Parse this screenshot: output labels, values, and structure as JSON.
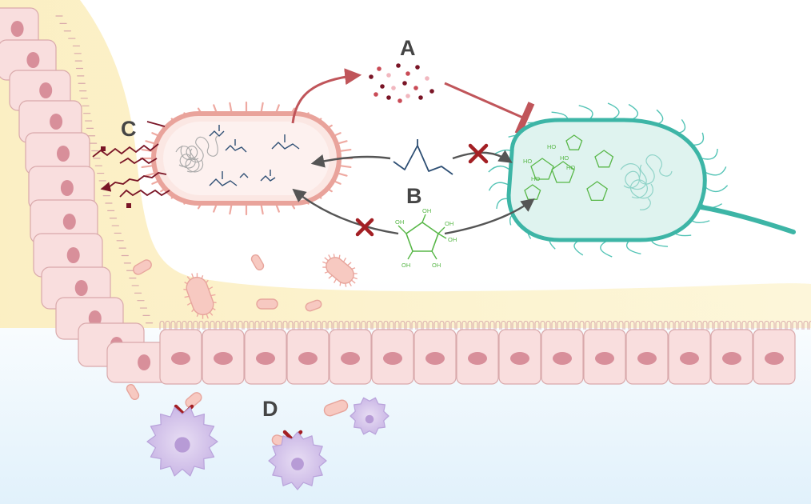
{
  "labels": {
    "a": "A",
    "b": "B",
    "c": "C",
    "d": "D"
  },
  "chem": {
    "hydroxyl": "OH",
    "hydroxyl_ring": "HO"
  },
  "colors": {
    "commensal": "#f4c0b8",
    "commensal_outline": "#e8a19a",
    "pathogen": "#d7f0ec",
    "pathogen_outline": "#3db5a6",
    "epithelium": "#f9dede",
    "nucleus": "#d88f9a",
    "mucus": "#fcf2c4",
    "immune_cell": "#ddd0ee",
    "block": "#a31f24",
    "arrow": "#555555",
    "sugar": "#58b748",
    "scfa": "#2e4f74",
    "bacteriocin": "#7a1526"
  },
  "icons": [
    "block-x-icon",
    "inhibition-bar-icon",
    "flagellum",
    "bacteriocin-particle"
  ]
}
